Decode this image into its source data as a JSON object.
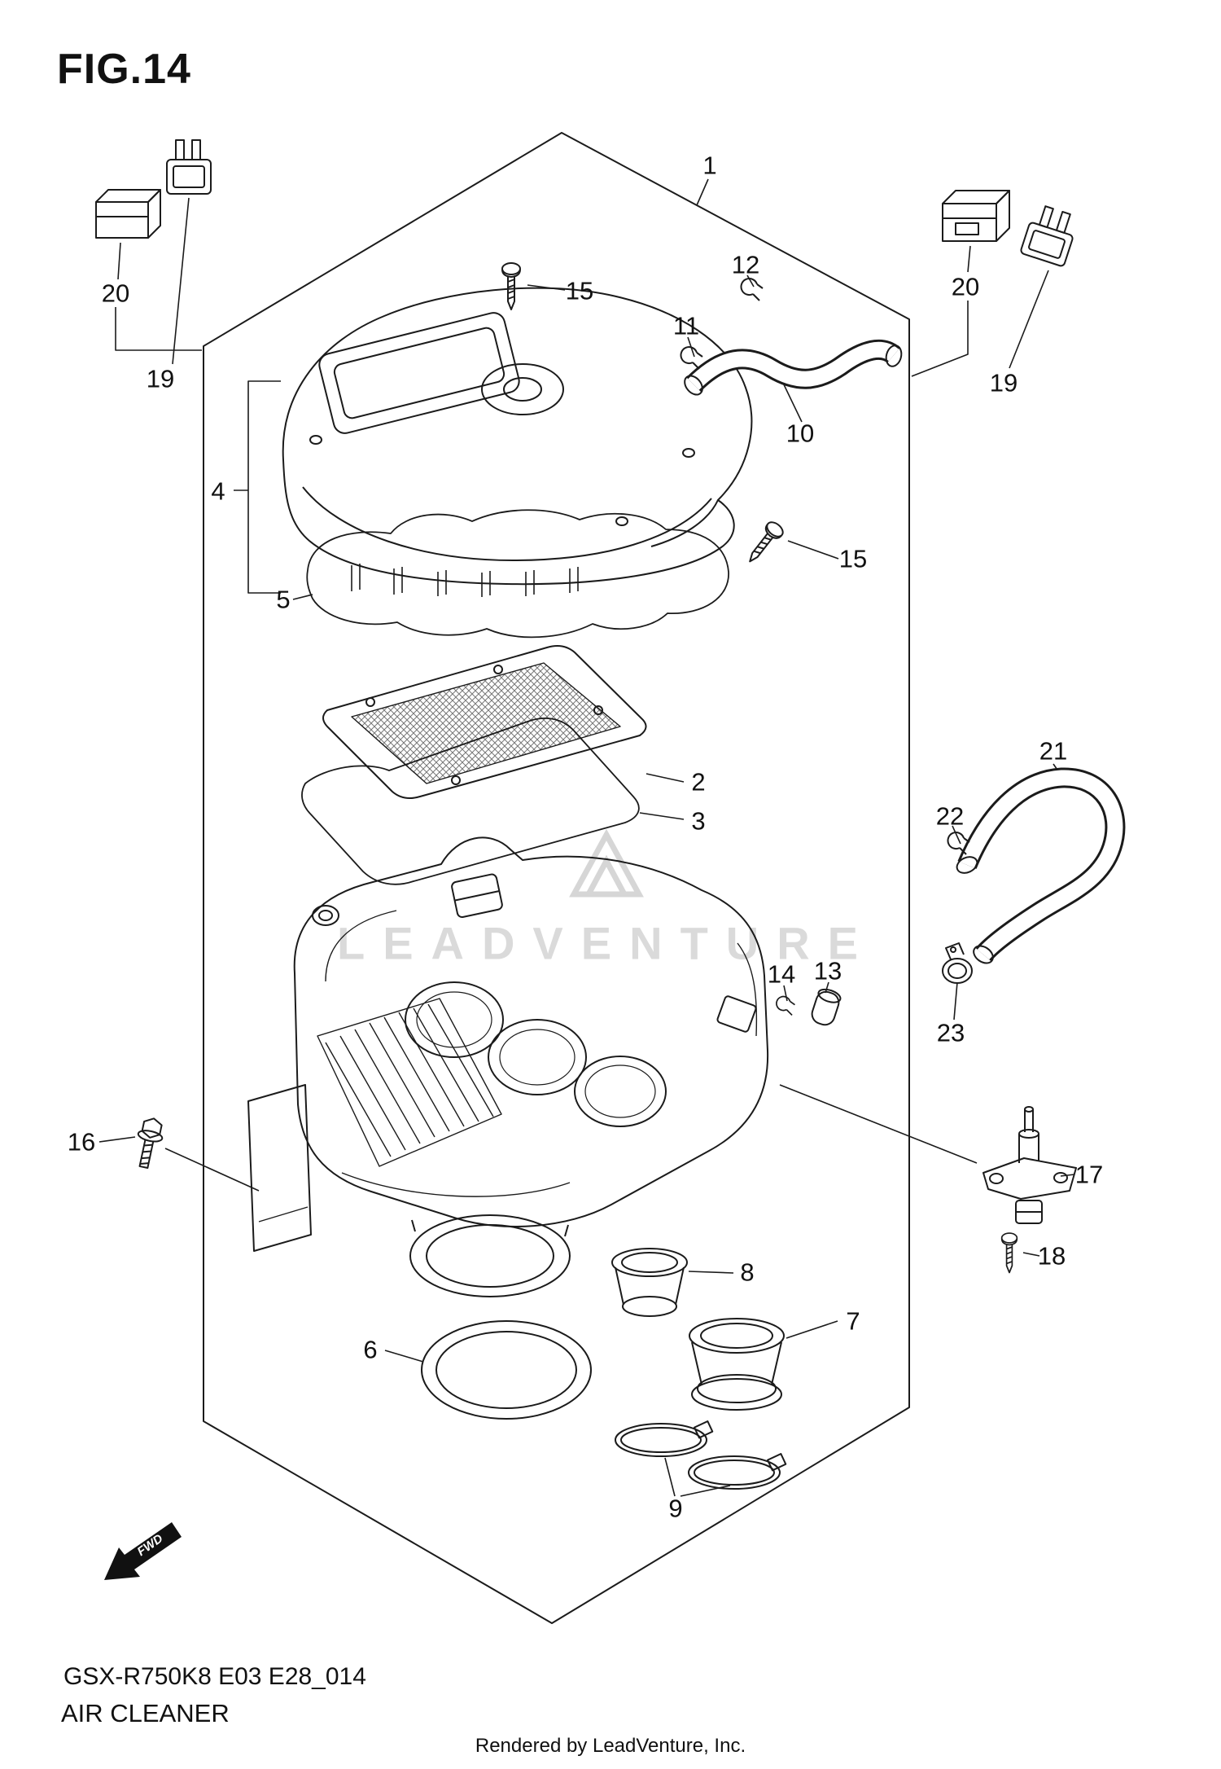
{
  "page": {
    "fig_label": "FIG.14",
    "fwd_label": "FWD",
    "watermark": "LEADVENTURE",
    "footer_model": "GSX-R750K8 E03 E28_014",
    "footer_title": "AIR CLEANER",
    "footer_credit": "Rendered by LeadVenture, Inc."
  },
  "colors": {
    "line": "#1b1b1b",
    "watermark": "#dadada",
    "background": "#ffffff"
  },
  "callouts": {
    "c1": "1",
    "c2": "2",
    "c3": "3",
    "c4": "4",
    "c5": "5",
    "c6": "6",
    "c7": "7",
    "c8": "8",
    "c9": "9",
    "c10": "10",
    "c11": "11",
    "c12": "12",
    "c13": "13",
    "c14": "14",
    "c15a": "15",
    "c15b": "15",
    "c16": "16",
    "c17": "17",
    "c18": "18",
    "c19l": "19",
    "c19r": "19",
    "c20l": "20",
    "c20r": "20",
    "c21": "21",
    "c22": "22",
    "c23": "23"
  }
}
